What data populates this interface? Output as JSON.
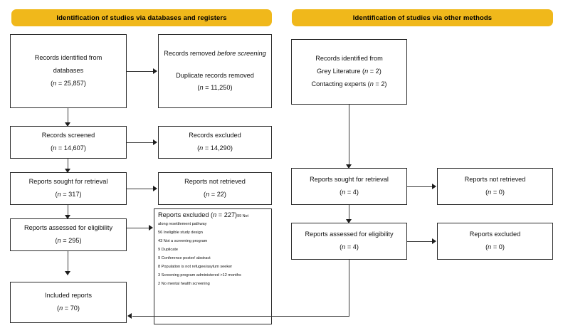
{
  "diagram": {
    "title": "PRISMA 2020 flow diagram",
    "accent_color": "#F0B81B",
    "box_border_color": "#2b2b2b",
    "connector_color": "#3a3a3a",
    "background": "#ffffff"
  },
  "left_panel": {
    "header": "Identification of studies via databases and registers",
    "identification": {
      "records_identified": {
        "line1": "Records identified from",
        "line2": "databases",
        "count_prefix": "(",
        "count_italic": "n",
        "count_value": " = 25,857)"
      },
      "records_removed": {
        "line1_a": "Records removed ",
        "line1_italic": "before screening",
        "line2": "Duplicate records removed",
        "count_prefix": "(",
        "count_italic": "n",
        "count_value": " = 11,250)"
      }
    },
    "screening": {
      "records_screened": {
        "label": "Records screened",
        "count_italic": "n",
        "count_value": " = 14,607)"
      },
      "records_excluded": {
        "label": "Records excluded",
        "count_italic": "n",
        "count_value": " = 14,290)"
      },
      "reports_sought": {
        "label": "Reports sought for retrieval",
        "count_italic": "n",
        "count_value": " = 317)"
      },
      "reports_not_retrieved": {
        "label": "Reports not retrieved",
        "count_italic": "n",
        "count_value": " = 22)"
      },
      "reports_assessed": {
        "label": "Reports assessed for eligibility",
        "count_italic": "n",
        "count_value": " = 295)"
      },
      "reports_excluded": {
        "head_a": "Reports excluded (",
        "head_italic": "n",
        "head_b": " = 227)",
        "head_tail": "99 Not",
        "reasons": [
          "along resettlement pathway",
          "56 Ineligible study design",
          "43 Not a screening program",
          "9 Duplicate",
          "9 Conference poster/ abstract",
          "8 Population is not refugee/asylum seeker",
          "3 Screening program administered >12 months",
          "2 No mental health screening"
        ]
      }
    },
    "included": {
      "label": "Included reports",
      "count_italic": "n",
      "count_value": " = 70)"
    }
  },
  "right_panel": {
    "header": "Identification of studies via other methods",
    "records_identified": {
      "line1": "Records identified from",
      "line2_a": "Grey Literature (",
      "line2_italic": "n",
      "line2_b": " = 2)",
      "line3_a": "Contacting experts (",
      "line3_italic": "n",
      "line3_b": " = 2)"
    },
    "reports_sought": {
      "label": "Reports sought for retrieval",
      "count_italic": "n",
      "count_value": " = 4)"
    },
    "reports_not_retrieved": {
      "label": "Reports not retrieved",
      "count_italic": "n",
      "count_value": " = 0)"
    },
    "reports_assessed": {
      "label": "Reports assessed for eligibility",
      "count_italic": "n",
      "count_value": " = 4)"
    },
    "reports_excluded": {
      "label": "Reports excluded",
      "count_italic": "n",
      "count_value": " = 0)"
    }
  }
}
